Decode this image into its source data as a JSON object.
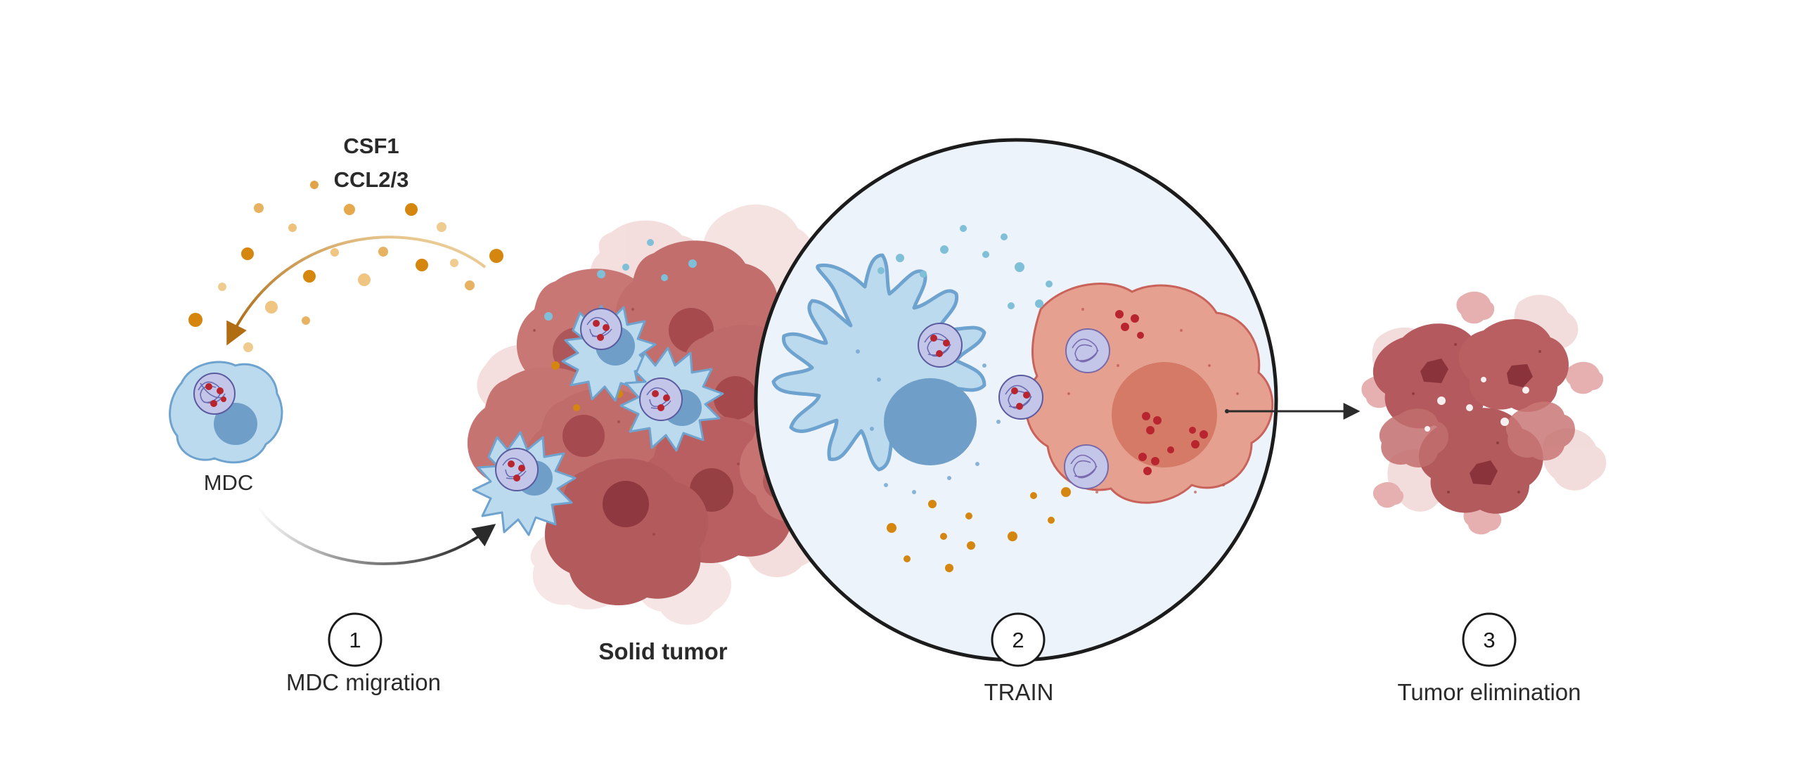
{
  "chemokines": {
    "line1": "CSF1",
    "line2": "CCL2/3"
  },
  "cell_label": "MDC",
  "tumor_label": "Solid tumor",
  "steps": [
    {
      "number": "1",
      "caption": "MDC migration"
    },
    {
      "number": "2",
      "caption": "TRAIN"
    },
    {
      "number": "3",
      "caption": "Tumor elimination"
    }
  ],
  "colors": {
    "mdc_fill": "#bcdaed",
    "mdc_stroke": "#6fa3cf",
    "nucleus": "#6f9fc9",
    "tumor_fill": "#e6a08f",
    "tumor_dark": "#a24a4e",
    "tumor_label": "#9b4446",
    "chemokine": "#d4860f",
    "chemokine_light": "#f0c481",
    "lysosome": "#b8252f",
    "callout_bg": "#edf3fb",
    "arrow": "#2b2b2b"
  },
  "icons": [
    "granule-vesicle-icon",
    "arrow-icon"
  ]
}
